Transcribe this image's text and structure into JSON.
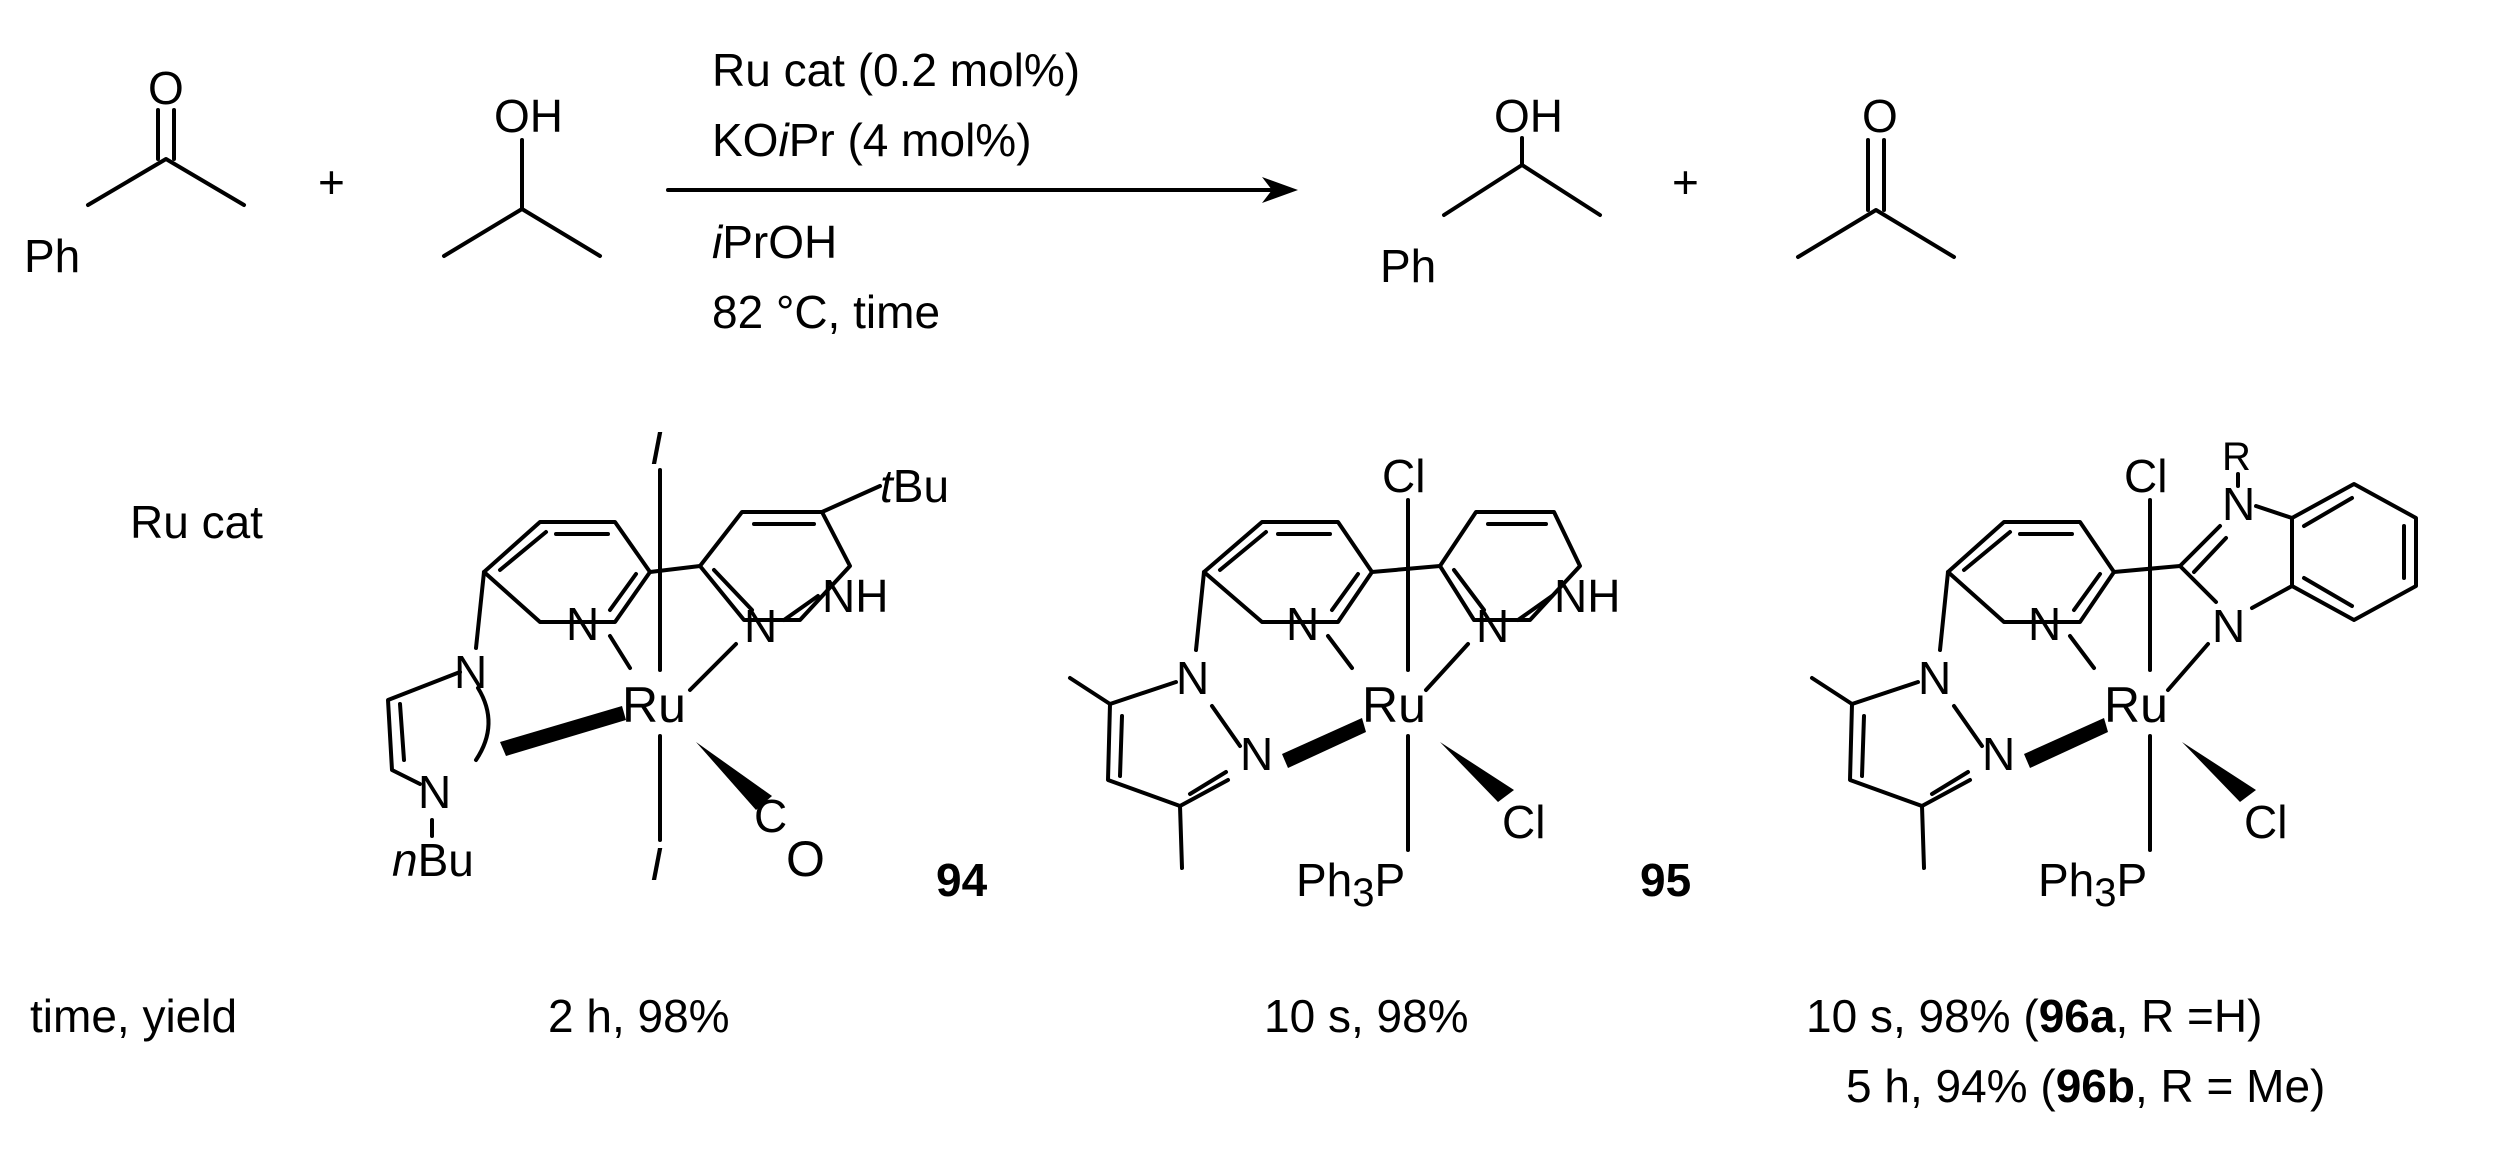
{
  "reaction": {
    "ph": "Ph",
    "o": "O",
    "oh": "OH",
    "plus": "+",
    "conditions": {
      "line1": "Ru cat (0.2 mol%)",
      "line2_a": "KO",
      "line2_i": "i",
      "line2_b": "Pr (4 mol%)",
      "line3_i": "i",
      "line3_b": "PrOH",
      "line4": "82 °C, time"
    }
  },
  "catalysts": {
    "row_label": "Ru cat",
    "ru": "Ru",
    "n": "N",
    "nh": "NH",
    "c94": {
      "i": "I",
      "tbu_i": "t",
      "tbu": "Bu",
      "nbu_i": "n",
      "nbu": "Bu",
      "co_c": "C",
      "co_o": "O",
      "label": "94"
    },
    "c95": {
      "cl": "Cl",
      "ph3p_a": "Ph",
      "ph3p_sub": "3",
      "ph3p_b": "P",
      "label": "95"
    },
    "c96": {
      "cl": "Cl",
      "r": "R",
      "ph3p_a": "Ph",
      "ph3p_sub": "3",
      "ph3p_b": "P"
    }
  },
  "results": {
    "row_label": "time, yield",
    "c94": "2 h, 98%",
    "c95": "10 s, 98%",
    "c96a_pre": "10 s, 98% (",
    "c96a_bold": "96a",
    "c96a_post": ", R =H)",
    "c96b_pre": "5 h, 94% (",
    "c96b_bold": "96b",
    "c96b_post": ", R = Me)"
  }
}
